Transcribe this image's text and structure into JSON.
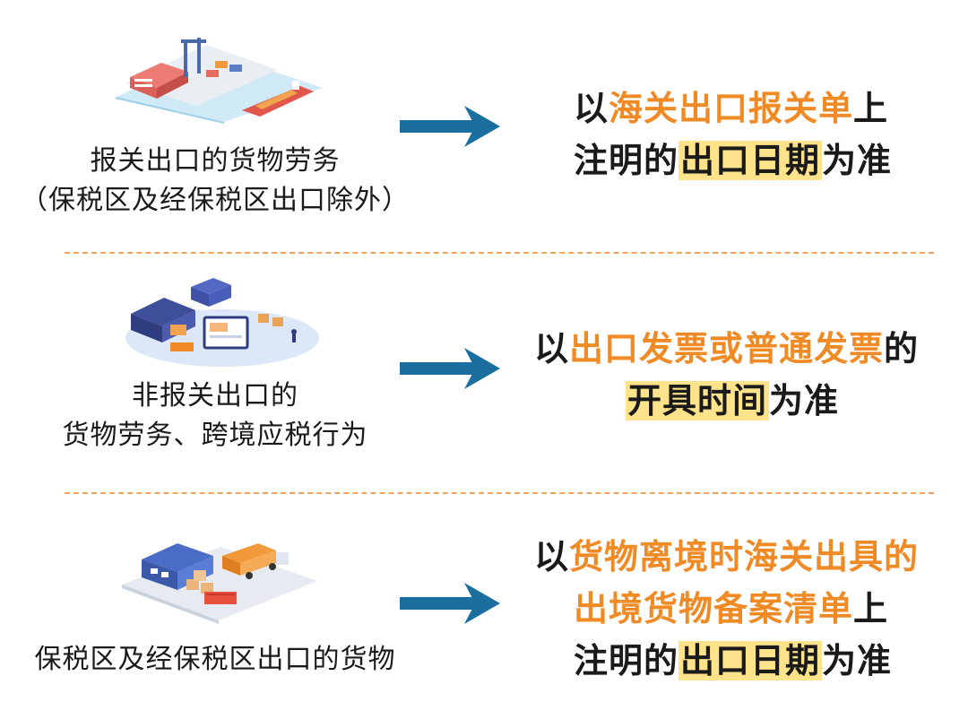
{
  "rows": [
    {
      "illustration": "port-with-cargo-ship-icon",
      "left_lines": [
        "报关出口的货物劳务",
        "（保税区及经保税区出口除外）"
      ],
      "right": {
        "l1_a": "以",
        "l1_b": "海关出口报关单",
        "l1_c": "上",
        "l2_a": "注明的",
        "l2_b": "出口日期",
        "l2_c": "为准"
      }
    },
    {
      "illustration": "warehouse-with-screen-icon",
      "left_lines": [
        "非报关出口的",
        "货物劳务、跨境应税行为"
      ],
      "right": {
        "l1_a": "以",
        "l1_b": "出口发票或普通发票",
        "l1_c": "的",
        "l2_a": "开具时间",
        "l2_b": "为准"
      }
    },
    {
      "illustration": "bonded-warehouse-truck-icon",
      "left_lines": [
        "保税区及经保税区出口的货物"
      ],
      "right": {
        "l1_a": "以",
        "l1_b": "货物离境时海关出具的",
        "l2_a": "出境货物备案清单",
        "l2_b": "上",
        "l3_a": "注明的",
        "l3_b": "出口日期",
        "l3_c": "为准"
      }
    }
  ],
  "colors": {
    "orange": "#f08a24",
    "highlight": "#ffe38a",
    "arrow": "#1b6f9e",
    "divider": "#f4a35b"
  }
}
